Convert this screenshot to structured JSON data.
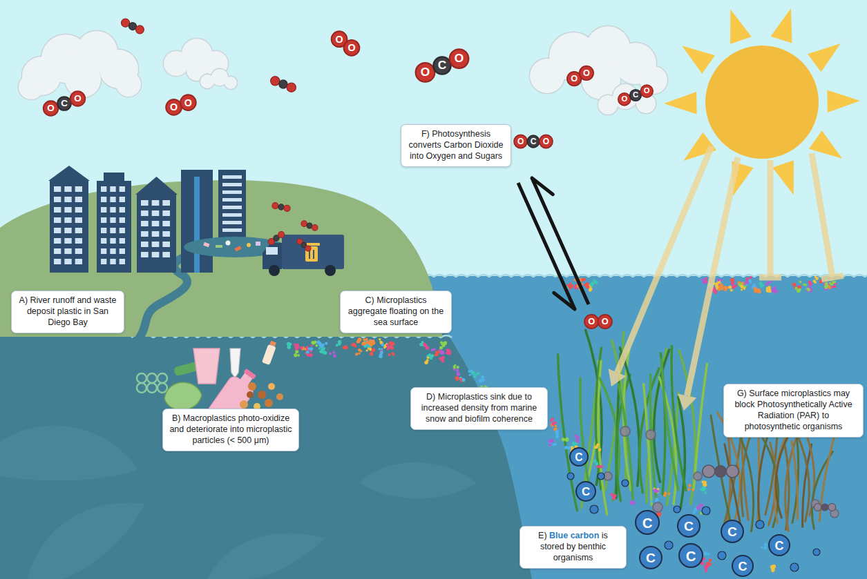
{
  "diagram": {
    "nodes": [
      {
        "text": [
          "A) River runoff and waste deposit plastic in San Diego Bay"
        ]
      },
      {
        "text": [
          "B) Macroplastics photo-oxidize and deteriorate into microplastic particles (< 500 μm)"
        ]
      },
      {
        "text": [
          "C) Microplastics aggregate floating on the sea surface"
        ]
      },
      {
        "text": [
          "D) Microplastics sink due to increased density from marine snow and biofilm coherence"
        ]
      },
      {
        "text": [
          "E) Blue carbon is stored by benthic organisms"
        ]
      },
      {
        "text": [
          "F) Photosynthesis converts Carbon Dioxide into Oxygen and Sugars"
        ]
      },
      {
        "text": [
          "G) Surface microplastics may block Photosynthetically Active Radiation (PAR) to photosynthetic organisms"
        ]
      }
    ],
    "labels": [
      "O",
      "O",
      "O",
      "C",
      "O",
      "O",
      "O",
      "O",
      "C",
      "O",
      "O",
      "C",
      "O",
      "O",
      "O",
      "O",
      "C",
      "O",
      "O",
      "O",
      "C",
      "C",
      "C",
      "C",
      "C",
      "C",
      "C",
      "C",
      "C"
    ]
  }
}
